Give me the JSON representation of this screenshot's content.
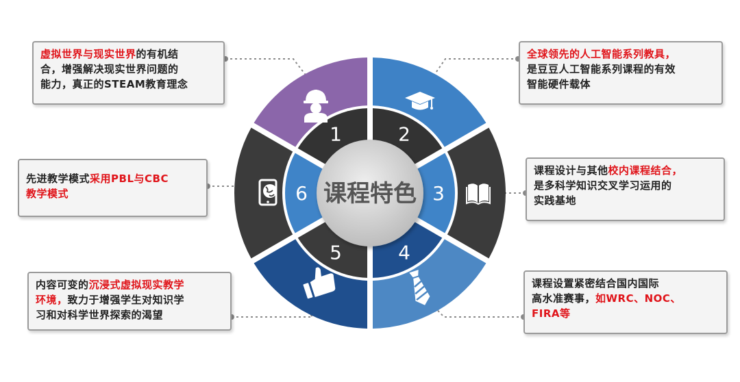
{
  "diagram": {
    "center_title": "课程特色",
    "segments": [
      {
        "number": "1",
        "icon": "worker-icon",
        "outer_color": "#8b66aa",
        "inner_color": "#333333"
      },
      {
        "number": "2",
        "icon": "graduation-cap-icon",
        "outer_color": "#3e82c6",
        "inner_color": "#333333"
      },
      {
        "number": "3",
        "icon": "book-icon",
        "outer_color": "#3b3b3b",
        "inner_color": "#3f84c8"
      },
      {
        "number": "4",
        "icon": "tie-icon",
        "outer_color": "#4d88c4",
        "inner_color": "#1f4f8e"
      },
      {
        "number": "5",
        "icon": "thumbs-up-icon",
        "outer_color": "#1f4f8e",
        "inner_color": "#3b3b3b"
      },
      {
        "number": "6",
        "icon": "tablet-globe-icon",
        "outer_color": "#3b3b3b",
        "inner_color": "#3f84c8"
      }
    ],
    "colors": {
      "accent_red": "#e0141a",
      "box_border": "#9a9a9a",
      "center_gray": "#cfcfcf"
    }
  },
  "boxes": {
    "b1": {
      "l1a": "虚拟世界与现实世界",
      "l1b": "的有机结",
      "l2": "合，增强解决现实世界问题的",
      "l3": "能力，真正的STEAM教育理念"
    },
    "b2": {
      "l1": "全球领先的人工智能系列教具，",
      "l2": "是豆豆人工智能系列课程的有效",
      "l3": "智能硬件载体"
    },
    "b3": {
      "l1a": "课程设计与其他",
      "l1b": "校内课程结合，",
      "l2": "是多科学知识交叉学习运用的",
      "l3": "实践基地"
    },
    "b4": {
      "l1a": "先进教学模式",
      "l1b": "采用PBL与CBC",
      "l2": "教学模式"
    },
    "b5": {
      "l1a": "内容可变的",
      "l1b": "沉浸式虚拟现实教学",
      "l2a": "环境，",
      "l2b": "致力于增强学生对知识学",
      "l3": "习和对科学世界探索的渴望"
    },
    "b6": {
      "l1": "课程设置紧密结合国内国际",
      "l2a": "高水准赛事，",
      "l2b": "如WRC、NOC、",
      "l3": "FIRA等"
    }
  }
}
